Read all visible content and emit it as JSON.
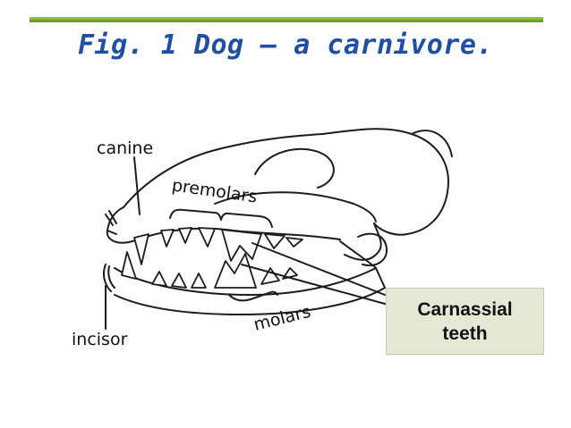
{
  "title": "Fig. 1 Dog – a carnivore.",
  "labels": {
    "canine": "canine",
    "premolars": "premolars",
    "molars": "molars",
    "incisor": "incisor"
  },
  "callout": {
    "text": "Carnassial teeth"
  },
  "colors": {
    "title": "#1f4fa3",
    "accent_bar": "#8cbf3f",
    "callout_bg": "#e6e8d5"
  }
}
